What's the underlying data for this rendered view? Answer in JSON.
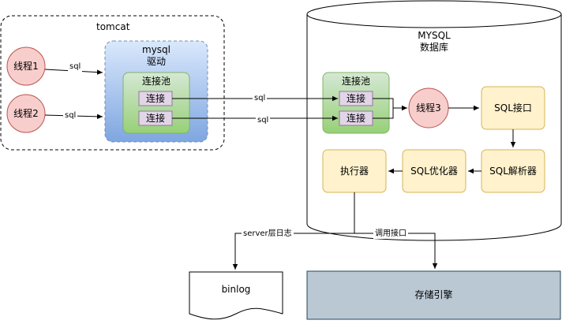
{
  "tomcat": {
    "title": "tomcat"
  },
  "threads": [
    {
      "label": "线程1"
    },
    {
      "label": "线程2"
    },
    {
      "label": "线程3"
    }
  ],
  "driver": {
    "title_line1": "mysql",
    "title_line2": "驱动"
  },
  "client_pool": {
    "title": "连接池",
    "connections": [
      "连接",
      "连接"
    ]
  },
  "db": {
    "title_line1": "MYSQL",
    "title_line2": "数据库"
  },
  "server_pool": {
    "title": "连接池",
    "connections": [
      "连接",
      "连接"
    ]
  },
  "components": {
    "sql_interface": "SQL接口",
    "parser": "SQL解析器",
    "optimizer": "SQL优化器",
    "executor": "执行器"
  },
  "edges": {
    "t1_sql": "sql",
    "t2_sql": "sql",
    "conn1_sql": "sql",
    "conn2_sql": "sql",
    "server_log": "server层日志",
    "call_api": "调用接口"
  },
  "binlog": "binlog",
  "storage_engine": "存储引擎",
  "colors": {
    "thread_fill": "#f8cecc",
    "thread_stroke": "#b85450",
    "driver_top": "#dae8fc",
    "driver_bottom": "#7ea6e0",
    "driver_stroke": "#6c8ebf",
    "pool_top": "#d5e8d4",
    "pool_bottom": "#97d077",
    "pool_stroke": "#82b366",
    "conn_fill": "#e1d5e7",
    "conn_stroke": "#9673a6",
    "comp_fill": "#fff2cc",
    "comp_stroke": "#d6b656",
    "engine_fill": "#bac8d3",
    "engine_stroke": "#23445d"
  }
}
